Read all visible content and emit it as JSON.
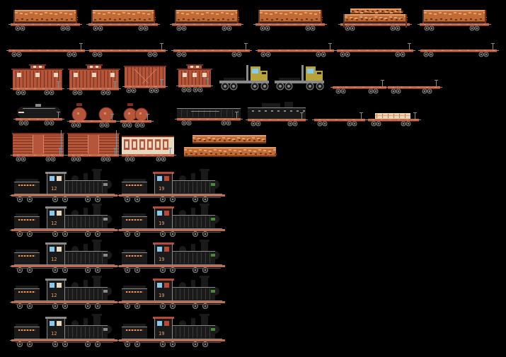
{
  "sheet": {
    "kind": "sprite-sheet",
    "rows": [
      {
        "name": "log-cars",
        "sprites": [
          "log-car",
          "log-car",
          "log-car",
          "log-car",
          "log-car-tall-load",
          "log-car"
        ]
      },
      {
        "name": "empty-flatcars",
        "sprites": [
          "flatcar",
          "flatcar",
          "flatcar",
          "flatcar",
          "flatcar",
          "flatcar"
        ]
      },
      {
        "name": "cabooses-and-trucks",
        "sprites": [
          "caboose",
          "caboose",
          "boxcar-small",
          "caboose-small",
          "log-truck",
          "log-truck",
          "flatcar-short",
          "flatcar-short"
        ]
      },
      {
        "name": "tank-and-special-cars",
        "sprites": [
          "tank-car",
          "tank-car-twin",
          "tank-car-twin-small",
          "gondola",
          "water-car",
          "flatcar-short",
          "flatcar-lumber"
        ]
      },
      {
        "name": "boxcars-and-loads",
        "sprites": [
          "boxcar",
          "boxcar",
          "stock-car",
          "log-load",
          "log-load-long"
        ]
      },
      {
        "name": "shay-locomotives",
        "sprites": [
          "shay-locomotive-12",
          "shay-locomotive-19",
          "shay-locomotive-12",
          "shay-locomotive-19",
          "shay-locomotive-12",
          "shay-locomotive-19",
          "shay-locomotive-12",
          "shay-locomotive-19",
          "shay-locomotive-12",
          "shay-locomotive-19"
        ]
      }
    ],
    "locomotive_numbers": [
      "12",
      "19"
    ],
    "colors": {
      "background": "#000000",
      "car_body": "#b5553a",
      "car_dark": "#7a2f1c",
      "car_light": "#d98a6a",
      "frame": "#c26b4f",
      "wood_light": "#e3a06a",
      "wood_mid": "#c06a35",
      "wood_dark": "#6b3415",
      "metal_black": "#1a1a1a",
      "metal_grey": "#8a8a8a",
      "truck_yellow": "#b8a23a",
      "window_blue": "#8ec8e8",
      "cab_red": "#b34a3a",
      "cream": "#e8d8c0"
    }
  }
}
